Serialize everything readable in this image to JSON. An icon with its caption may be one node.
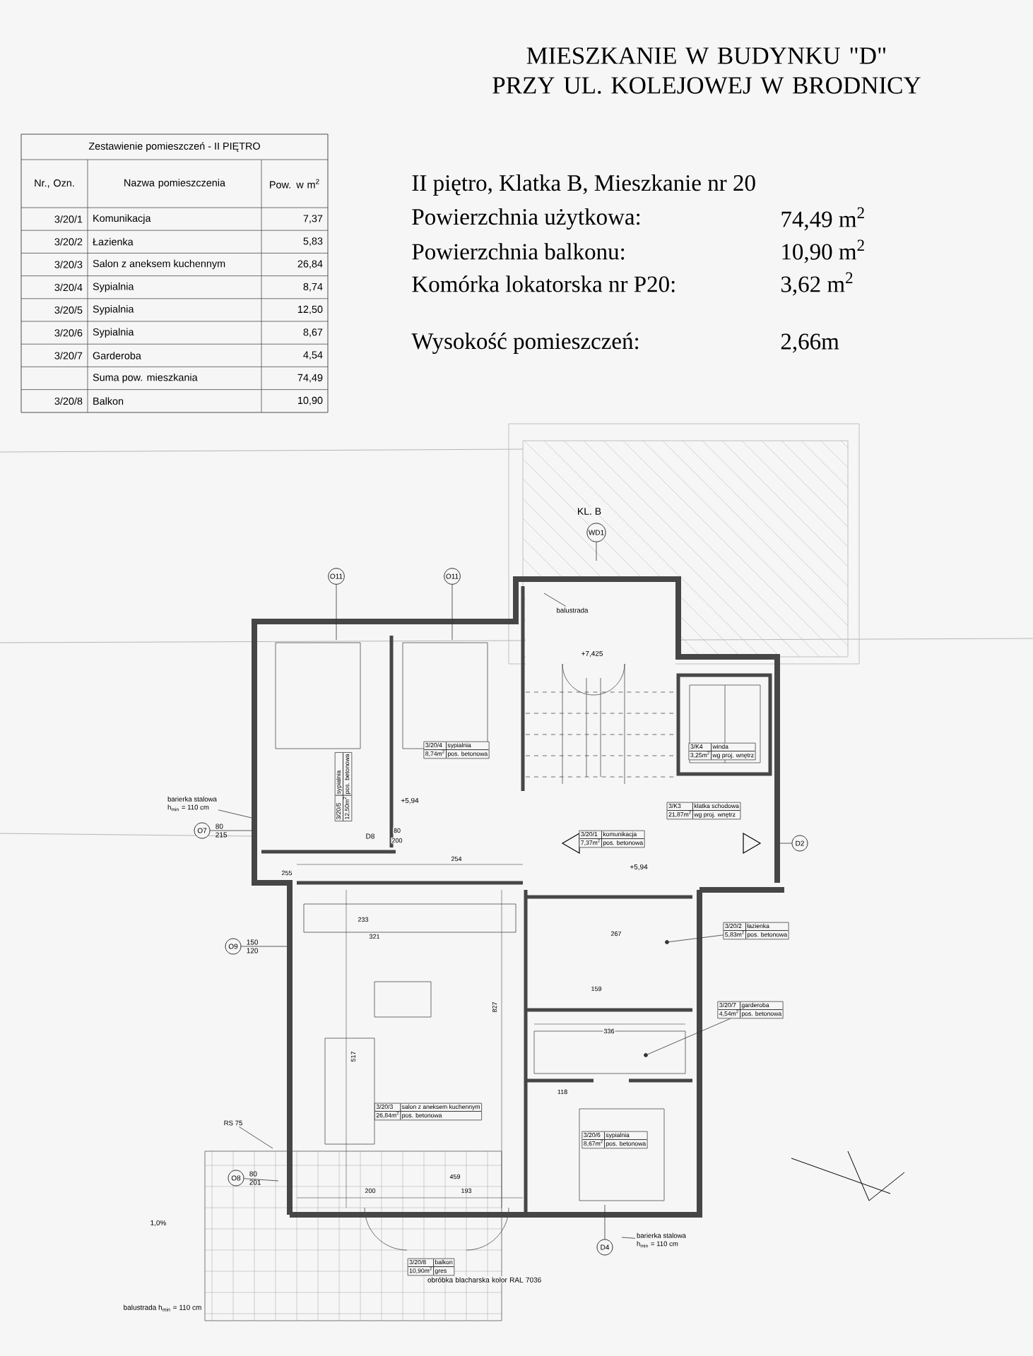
{
  "diagram": {
    "title": "MIESZKANIE W BUDYNKU \"D\" PRZY UL. KOLEJOWEJ W BRODNICY",
    "nodes": [
      {
        "text": [
          "3/20/4",
          "sypialnia",
          "8,74m$^{2}$",
          "pos. betonowa"
        ]
      },
      {
        "text": [
          "3/20/5",
          "sypialnia",
          "12,50m$^{2}$",
          "pos. betonowa"
        ]
      },
      {
        "text": [
          "3/20/1",
          "komunikacja",
          "7,37m$^{2}$",
          "pos. betonowa"
        ]
      },
      {
        "text": [
          "3/K3",
          "klatka schodowa",
          "21,87m$^{2}$",
          "wg proj. wnętrz"
        ]
      },
      {
        "text": [
          "3/K4",
          "winda",
          "3,25m$^{2}$",
          "wg proj. wnętrz"
        ]
      },
      {
        "text": [
          "3/20/3",
          "salon z aneksem kuchennym",
          "26,84m$^{2}$",
          "pos. betonowa"
        ]
      },
      {
        "text": [
          "3/20/2",
          "łazienka",
          "5,83m$^{2}$",
          "pos. betonowa"
        ]
      },
      {
        "text": [
          "3/20/7",
          "garderoba",
          "4,54m$^{2}$",
          "pos. betonowa"
        ]
      },
      {
        "text": [
          "3/20/6",
          "sypialnia",
          "8,67m$^{2}$",
          "pos. betonowa"
        ]
      },
      {
        "text": [
          "3/20/8",
          "balkon",
          "10,90m$^{2}$",
          "gres"
        ]
      },
      {
        "text": [],
        "shape": "circle"
      },
      {
        "text": [],
        "shape": "circle"
      },
      {
        "text": [
          "O11"
        ]
      },
      {
        "text": [
          "O11"
        ]
      },
      {
        "text": [
          "O7"
        ],
        "beside": [
          "80",
          "215"
        ]
      },
      {
        "text": [
          "O9"
        ],
        "beside": [
          "150",
          "120"
        ]
      },
      {
        "text": [
          "D2"
        ]
      },
      {
        "text": [
          "D4"
        ]
      },
      {
        "text": [
          "O8"
        ],
        "beside": [
          "80",
          "201"
        ]
      },
      {
        "text": [
          "WD1"
        ]
      },
      {
        "text": [
          "RS 75"
        ]
      },
      {
        "text": [
          "barierka stalowa",
          "h$_{min}$ = 110 cm"
        ]
      },
      {
        "text": [
          "barierka stalowa",
          "h$_{min}$ = 110 cm"
        ]
      },
      {
        "text": [
          "balustrada"
        ]
      }
    ],
    "edges": [
      {
        "from": 6,
        "to": 10,
        "arrow": "none"
      },
      {
        "from": 7,
        "to": 11,
        "arrow": "none"
      },
      {
        "from": 12,
        "to": null,
        "arrow": "none"
      },
      {
        "from": 13,
        "to": null,
        "arrow": "none"
      },
      {
        "from": 14,
        "to": null,
        "arrow": "none"
      },
      {
        "from": 15,
        "to": null,
        "arrow": "none"
      },
      {
        "from": 16,
        "to": null,
        "arrow": "none"
      },
      {
        "from": 17,
        "to": null,
        "arrow": "none"
      },
      {
        "from": 18,
        "to": null,
        "arrow": "none"
      },
      {
        "from": 19,
        "to": null,
        "arrow": "none"
      },
      {
        "from": 20,
        "to": null,
        "arrow": "none"
      },
      {
        "from": 21,
        "to": null,
        "arrow": "none"
      },
      {
        "from": 22,
        "to": null,
        "arrow": "none"
      },
      {
        "from": 23,
        "to": null,
        "arrow": "none"
      }
    ],
    "labels": [
      "II piętro, Klatka B, Mieszkanie nr 20",
      "Powierzchnia użytkowa:",
      "74,49 m$^{2}$",
      "Powierzchnia balkonu:",
      "10,90 m$^{2}$",
      "Komórka lokatorska nr P20:",
      "3,62 m$^{2}$",
      "Wysokość pomieszczeń:",
      "2,66m",
      "Zestawienie pomieszczeń - II PIĘTRO",
      "Nr., Ozn.",
      "Nazwa pomieszczenia",
      "Pow. w m$^{2}$",
      "3/20/1",
      "Komunikacja",
      "7,37",
      "3/20/2",
      "Łazienka",
      "5,83",
      "3/20/3",
      "Salon z aneksem kuchennym",
      "26,84",
      "3/20/4",
      "Sypialnia",
      "8,74",
      "3/20/5",
      "Sypialnia",
      "12,50",
      "3/20/6",
      "Sypialnia",
      "8,67",
      "3/20/7",
      "Garderoba",
      "4,54",
      "Suma pow. mieszkania",
      "74,49",
      "3/20/8",
      "Balkon",
      "10,90",
      "KL. B",
      "+7,425",
      "+5,94",
      "+5,94",
      "D8",
      "80",
      "200",
      "255",
      "254",
      "233",
      "321",
      "517",
      "827",
      "459",
      "200",
      "193",
      "336",
      "267",
      "159",
      "118",
      "1,0%",
      "obróbka blacharska kolor RAL 7036",
      "balustrada h$_{min}$ = 110 cm"
    ]
  }
}
